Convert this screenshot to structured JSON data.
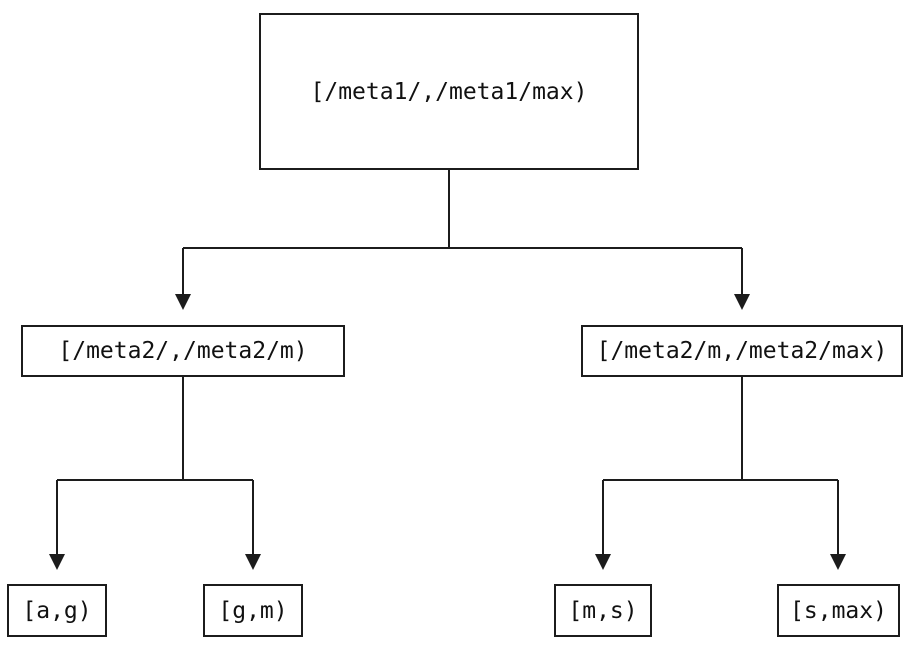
{
  "diagram": {
    "kind": "interval-partition-tree",
    "background_color": "#ffffff",
    "line_color": "#1c1c1c",
    "text_color": "#111111",
    "nodes": {
      "root": {
        "label": "[/meta1/,/meta1/max)"
      },
      "left": {
        "label": "[/meta2/,/meta2/m)"
      },
      "right": {
        "label": "[/meta2/m,/meta2/max)"
      },
      "leaf1": {
        "label": "[a,g)"
      },
      "leaf2": {
        "label": "[g,m)"
      },
      "leaf3": {
        "label": "[m,s)"
      },
      "leaf4": {
        "label": "[s,max)"
      }
    },
    "edges": [
      {
        "from": "root",
        "to": "left"
      },
      {
        "from": "root",
        "to": "right"
      },
      {
        "from": "left",
        "to": "leaf1"
      },
      {
        "from": "left",
        "to": "leaf2"
      },
      {
        "from": "right",
        "to": "leaf3"
      },
      {
        "from": "right",
        "to": "leaf4"
      }
    ]
  }
}
